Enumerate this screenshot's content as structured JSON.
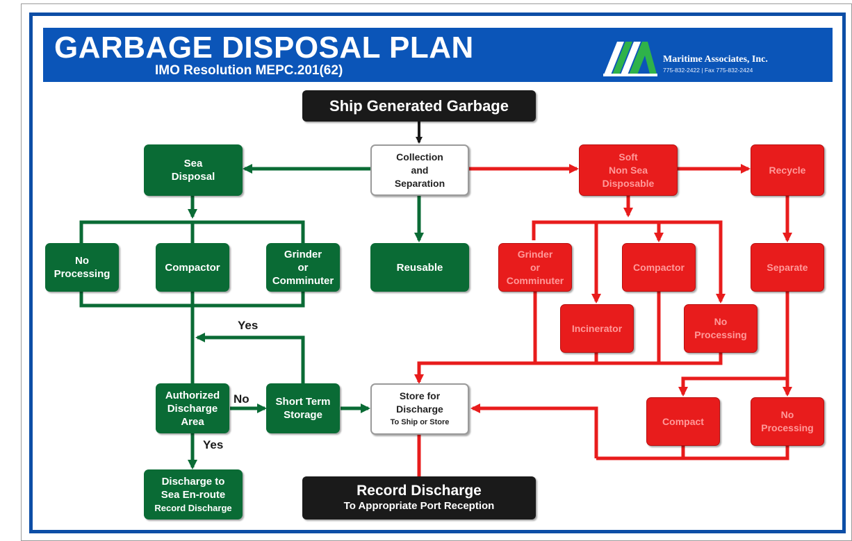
{
  "header": {
    "title": "GARBAGE DISPOSAL PLAN",
    "subtitle": "IMO Resolution MEPC.201(62)",
    "company": "Maritime Associates, Inc.",
    "contact": "775-832-2422 | Fax 775-832-2424"
  },
  "colors": {
    "header_blue": "#0b55b8",
    "green": "#0a6b35",
    "red": "#e81c1c",
    "black": "#1a1a1a"
  },
  "nodes": {
    "ship_generated": "Ship Generated Garbage",
    "collection": [
      "Collection",
      "and",
      "Separation"
    ],
    "sea_disposal": [
      "Sea",
      "Disposal"
    ],
    "no_processing_green": [
      "No",
      "Processing"
    ],
    "compactor_green": "Compactor",
    "grinder_green": [
      "Grinder",
      "or",
      "Comminuter"
    ],
    "reusable": "Reusable",
    "authorized": [
      "Authorized",
      "Discharge",
      "Area"
    ],
    "short_term": [
      "Short Term",
      "Storage"
    ],
    "discharge_enroute": [
      "Discharge to",
      "Sea En-route",
      "Record Discharge"
    ],
    "store_for_discharge": [
      "Store for",
      "Discharge",
      "To Ship or Store"
    ],
    "record_discharge": "Record Discharge",
    "record_discharge_sub": "To Appropriate Port Reception",
    "soft_non_sea": [
      "Soft",
      "Non Sea",
      "Disposable"
    ],
    "recycle": "Recycle",
    "grinder_red": [
      "Grinder",
      "or",
      "Comminuter"
    ],
    "compactor_red": "Compactor",
    "incinerator": "Incinerator",
    "no_processing_red": [
      "No",
      "Processing"
    ],
    "separate": "Separate",
    "compact": "Compact",
    "no_processing_red2": [
      "No",
      "Processing"
    ]
  },
  "labels": {
    "yes_top": "Yes",
    "no": "No",
    "yes_bottom": "Yes"
  }
}
